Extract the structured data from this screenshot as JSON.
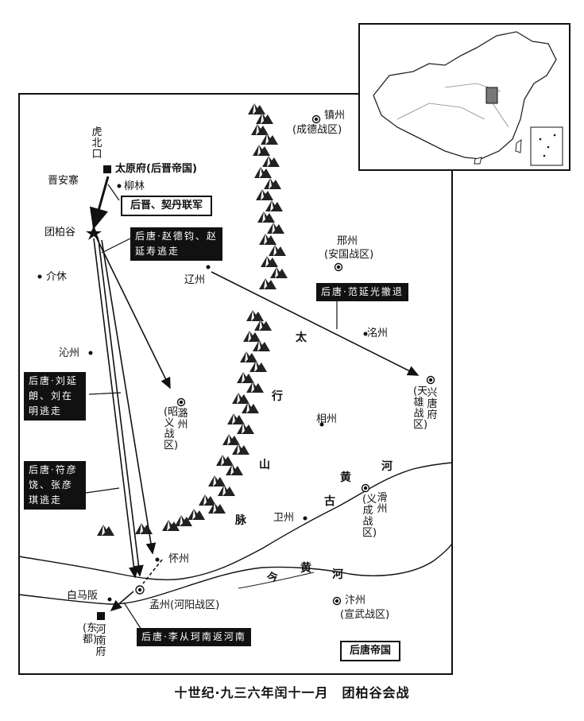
{
  "places": {
    "zhenzhou": "镇州",
    "zhenzhou_note": "(成德战区)",
    "hubeikou": "虎北口",
    "taiyuan": "太原府(后晋帝国)",
    "jinanzhai": "晋安寨",
    "liulin": "柳林",
    "tuanbaigu": "团柏谷",
    "jiexiu": "介休",
    "xingzhou": "邢州",
    "xingzhou_note": "(安国战区)",
    "liaozhou": "辽州",
    "mingzhou": "洺州",
    "qinzhou": "沁州",
    "luzhou": "潞州",
    "luzhou_note": "(昭义战区)",
    "xingtang": "兴唐府",
    "xingtang_note": "(天雄战区)",
    "xiangzhou": "相州",
    "weizhou": "卫州",
    "huazhou": "滑州",
    "huazhou_note": "(义成战区)",
    "huaizhou": "怀州",
    "baimajin": "白马阪",
    "mengzhou": "孟州(河阳战区)",
    "henanfu": "河南府",
    "dongdu": "(东都)",
    "bianzhou": "汴州",
    "bianzhou_note": "(宣武战区)"
  },
  "features": {
    "taihang": [
      "太",
      "行",
      "山",
      "脉"
    ],
    "yellow_river_upper": [
      "黄",
      "河"
    ],
    "ancient": "古",
    "yellow_river_lower": [
      "今",
      "黄",
      "河"
    ]
  },
  "callouts": {
    "allied_army": "后晋、契丹联军",
    "zhao_flee": "后唐·赵德钧、赵延寿逃走",
    "fan_retreat": "后唐·范延光撤退",
    "liu_flee": "后唐·刘延朗、刘在明逃走",
    "fu_flee": "后唐·符彦饶、张彦琪逃走",
    "li_return": "后唐·李从珂南返河南",
    "later_tang": "后唐帝国"
  },
  "caption": "十世纪·九三六年闰十一月　团柏谷会战"
}
